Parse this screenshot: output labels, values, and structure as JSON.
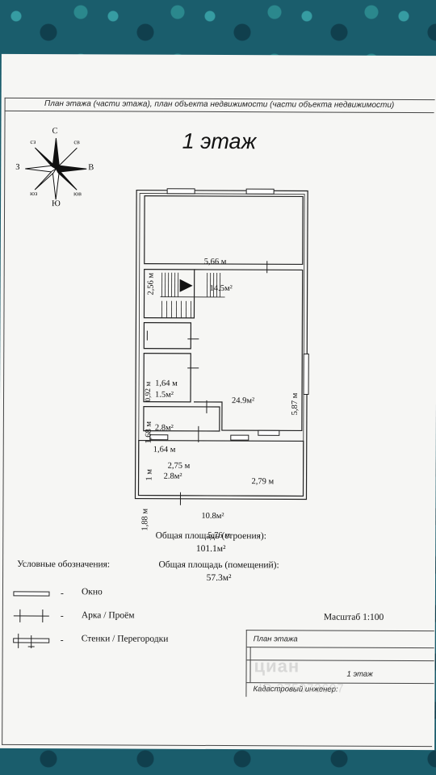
{
  "header": {
    "caption": "План этажа (части этажа), план объекта недвижимости (части объекта недвижимости)"
  },
  "title": "1 этаж",
  "compass": {
    "n": "С",
    "s": "Ю",
    "w": "З",
    "e": "В",
    "ne": "св",
    "nw": "сз",
    "se": "юв",
    "sw": "юз"
  },
  "rooms": {
    "top": {
      "width": "5,66 м",
      "height": "2,56 м",
      "area": "14.5м²"
    },
    "main": {
      "height": "5,87 м",
      "area": "24.9м²",
      "bottom": "2,79 м"
    },
    "small1": {
      "width": "1,64 м",
      "height": "0,92 м",
      "area": "1.5м²"
    },
    "small2": {
      "width": "1,64 м",
      "height": "1,68 м",
      "area": "2.8м²"
    },
    "small3": {
      "width": "2,75 м",
      "height": "1 м",
      "area": "2.8м²"
    },
    "bottom": {
      "width": "5,76 м",
      "height": "1,88 м",
      "area": "10.8м²"
    }
  },
  "summary": {
    "building_label": "Общая площадь (строения):",
    "building_value": "101.1м²",
    "rooms_label": "Общая площадь (помещений):",
    "rooms_value": "57.3м²"
  },
  "legend": {
    "title": "Условные обозначения:",
    "items": [
      {
        "label": "Окно",
        "icon": "window-symbol"
      },
      {
        "label": "Арка / Проём",
        "icon": "arch-opening-symbol"
      },
      {
        "label": "Стенки / Перегородки",
        "icon": "wall-partition-symbol"
      }
    ],
    "dash": "-"
  },
  "scale": "Масштаб 1:100",
  "stamp": {
    "row1": "План этажа",
    "row2": "1 этаж",
    "row3": "Кадастровый инженер:"
  },
  "watermark": {
    "line1": "циан",
    "line2": "ID 275073697"
  }
}
